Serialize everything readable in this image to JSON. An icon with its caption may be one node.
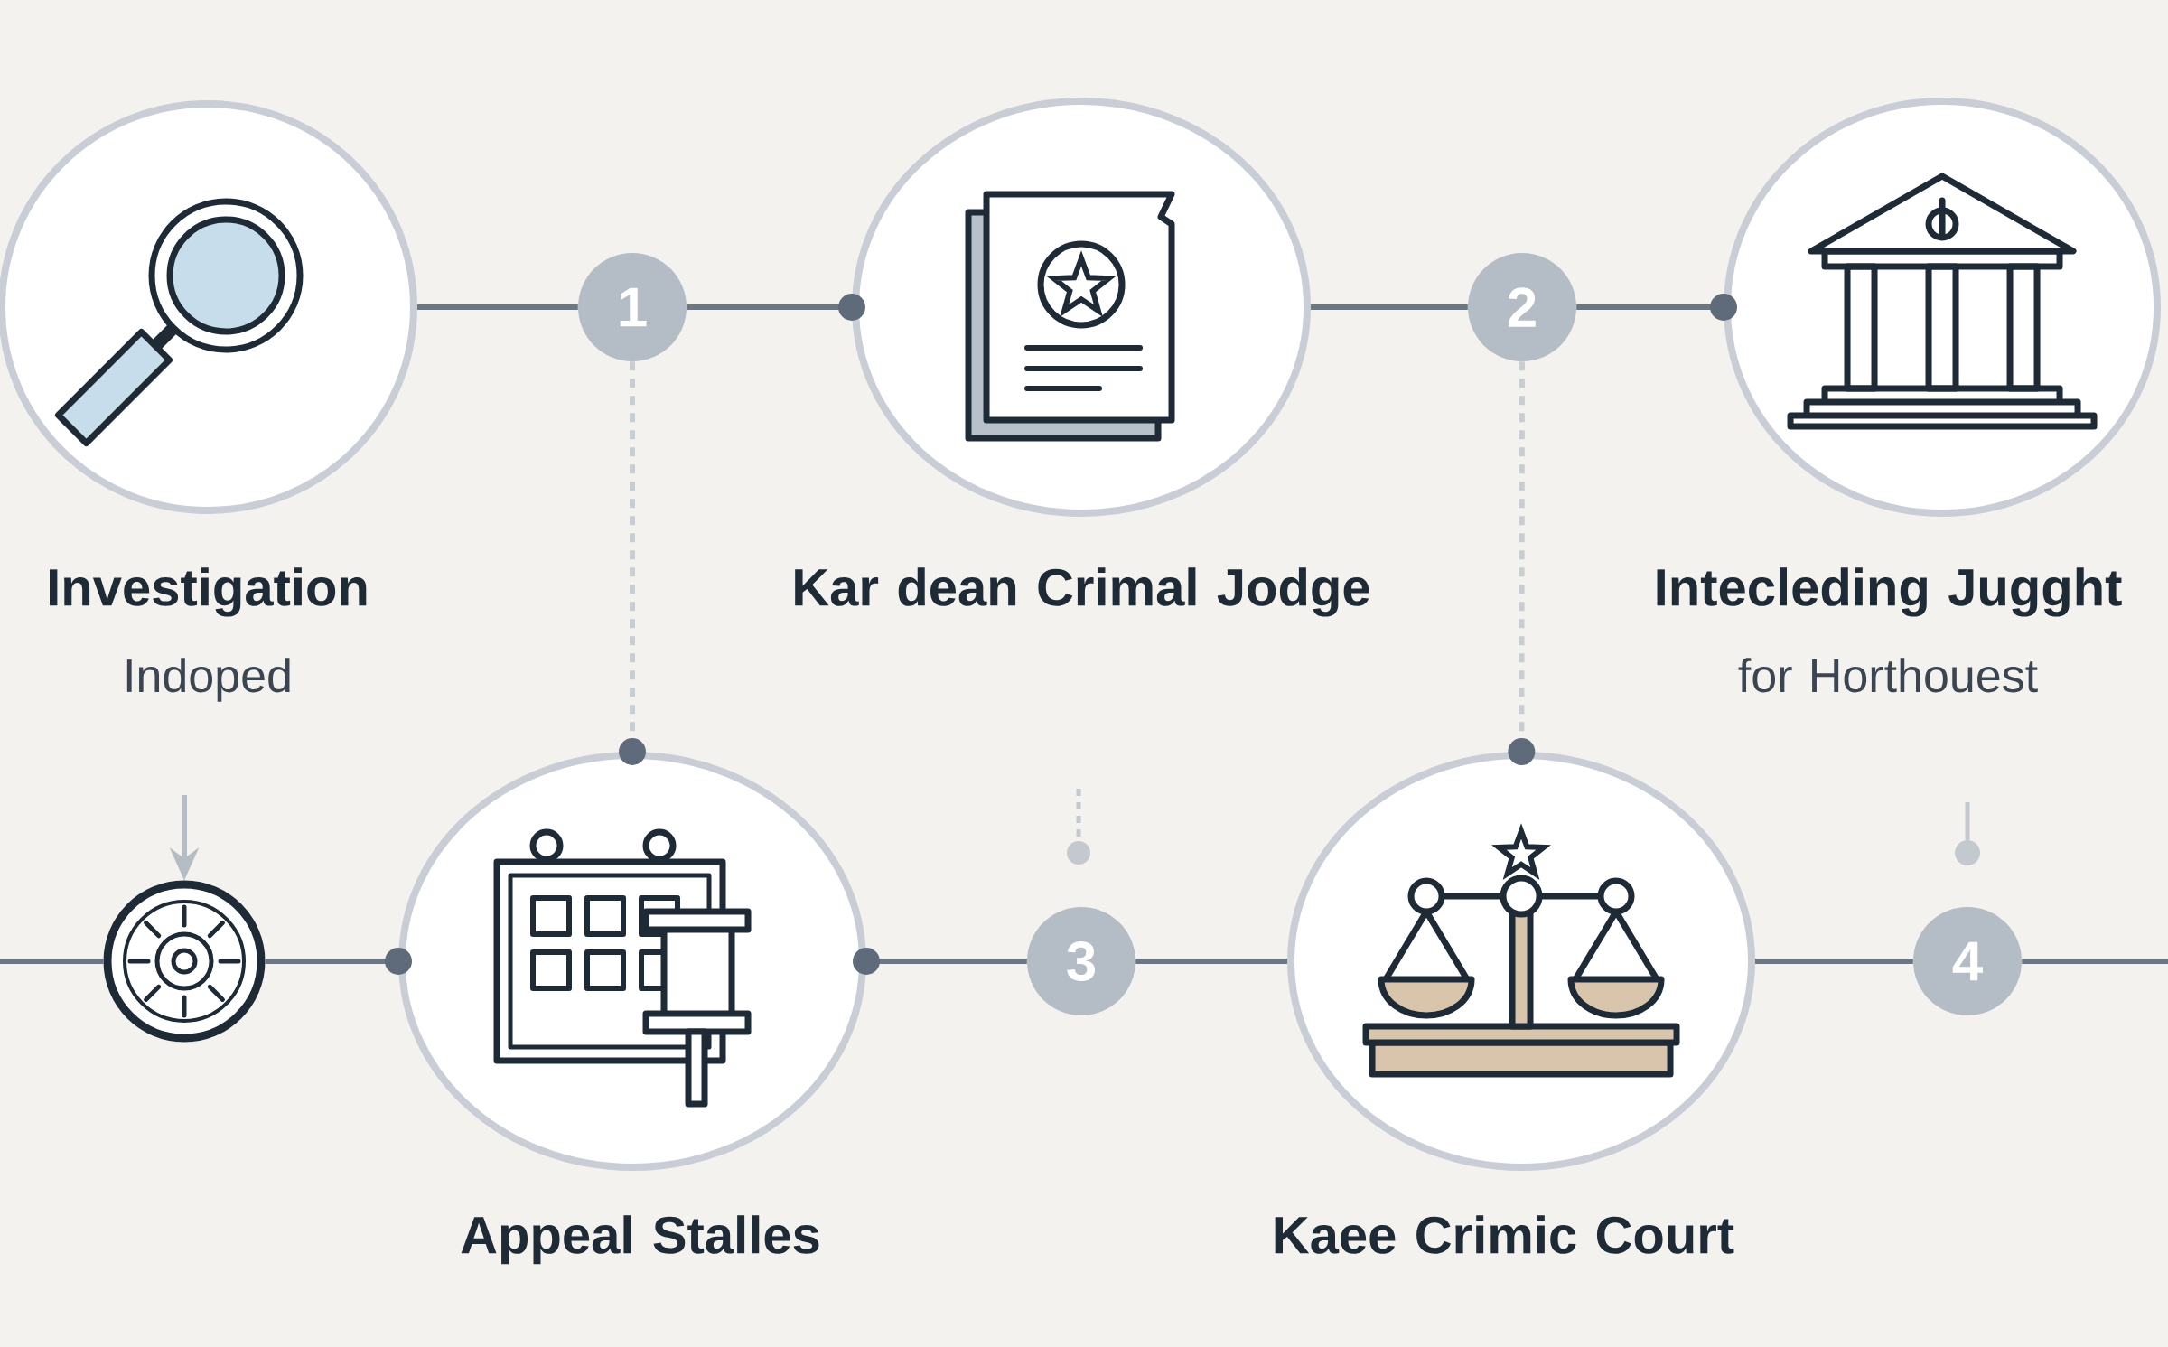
{
  "diagram": {
    "nodes": [
      {
        "text": [
          "Investigation",
          "Indoped"
        ]
      },
      {
        "text": [
          "1"
        ]
      },
      {
        "text": [
          "Kar dean Crimal Jodge"
        ]
      },
      {
        "text": [
          "2"
        ]
      },
      {
        "text": [
          "Intecleding Jugght",
          "for Horthouest"
        ]
      },
      {
        "text": [],
        "shape": "circle"
      },
      {
        "text": [
          "Appeal Stalles"
        ]
      },
      {
        "text": [
          "3"
        ]
      },
      {
        "text": [
          "Kaee Crimic Court"
        ]
      },
      {
        "text": [
          "4"
        ]
      }
    ],
    "edges": [
      {
        "from": 0,
        "to": 1,
        "arrow": "none"
      },
      {
        "from": 1,
        "to": 2,
        "arrow": "other"
      },
      {
        "from": 2,
        "to": 3,
        "arrow": "none"
      },
      {
        "from": 3,
        "to": 4,
        "arrow": "other"
      },
      {
        "from": 1,
        "to": 6,
        "arrow": "other",
        "style": "dashed",
        "color": "#c8cdd3"
      },
      {
        "from": 3,
        "to": 8,
        "arrow": "other",
        "style": "dashed",
        "color": "#c8cdd3"
      },
      {
        "from": null,
        "to": 5,
        "arrow": "to",
        "color": "#b6bcc4"
      },
      {
        "from": 5,
        "to": 6,
        "arrow": "other"
      },
      {
        "from": 7,
        "to": 6,
        "arrow": "other"
      },
      {
        "from": 7,
        "to": 8,
        "arrow": "none"
      },
      {
        "from": 8,
        "to": 9,
        "arrow": "none"
      },
      {
        "from": null,
        "to": 5,
        "arrow": "none"
      },
      {
        "from": 9,
        "to": null,
        "arrow": "none"
      }
    ]
  }
}
